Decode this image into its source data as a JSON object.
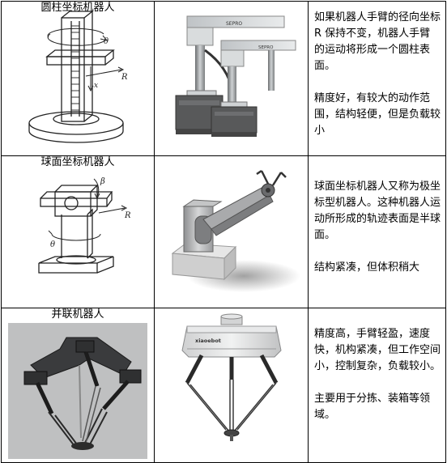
{
  "rows": [
    {
      "type_name": "圆柱坐标机器人",
      "description": "如果机器人手臂的径向坐标 R 保持不变，机器人手臂的运动将形成一个圆柱表面。",
      "features": "精度好，有较大的动作范围，结构轻便，但是负载较小",
      "diagram_labels": [
        "θ",
        "R",
        "x"
      ],
      "photo_brand": [
        "SEPRO",
        "SEPRO"
      ]
    },
    {
      "type_name": "球面坐标机器人",
      "description": "球面坐标机器人又称为极坐标型机器人。这种机器人运动所形成的轨迹表面是半球面。",
      "features": "结构紧凑，但体积稍大",
      "diagram_labels": [
        "β",
        "R",
        "θ"
      ]
    },
    {
      "type_name": "并联机器人",
      "description": "精度高，手臂轻盈，速度快，机构紧凑，但工作空间小，控制复杂，负载较小。",
      "features": "主要用于分拣、装箱等领域。",
      "photo_brand": "xiaoebot"
    }
  ]
}
